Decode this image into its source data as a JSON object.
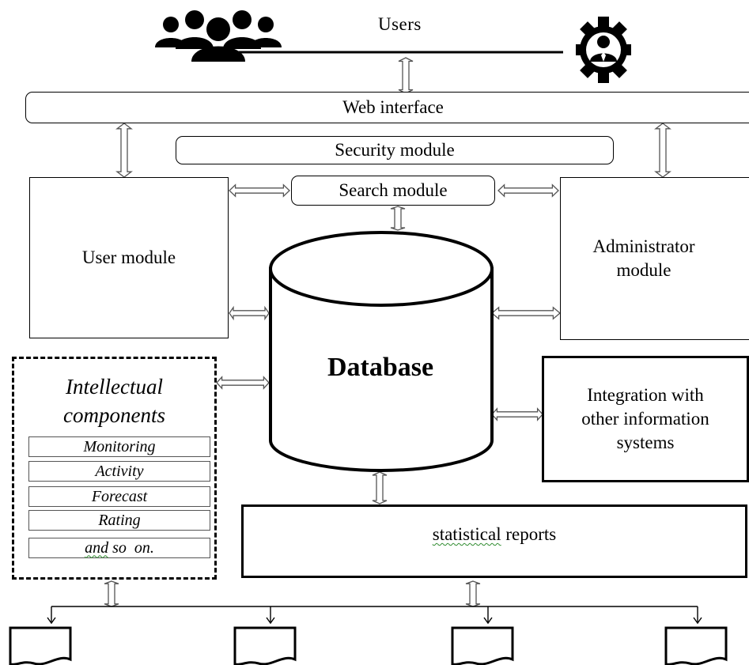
{
  "nodes": {
    "users": "Users",
    "web_interface": "Web interface",
    "security_module": "Security module",
    "search_module": "Search module",
    "user_module": "User module",
    "administrator_module": [
      "Administrator",
      "module"
    ],
    "database": "Database",
    "integration": [
      "Integration with",
      "other information",
      "systems"
    ],
    "statistical_reports": "statistical reports",
    "intellectual_components": {
      "title": [
        "Intellectual",
        "components"
      ],
      "items": [
        {
          "text": "Monitoring"
        },
        {
          "text": "Activity"
        },
        {
          "text": "Forecast"
        },
        {
          "text": "Rating"
        },
        {
          "text_a": "and",
          "text_b": " so  on."
        }
      ]
    }
  },
  "icons": {
    "users_group": "users-group-icon",
    "administrator": "administrator-gear-icon",
    "document": "document-icon"
  }
}
